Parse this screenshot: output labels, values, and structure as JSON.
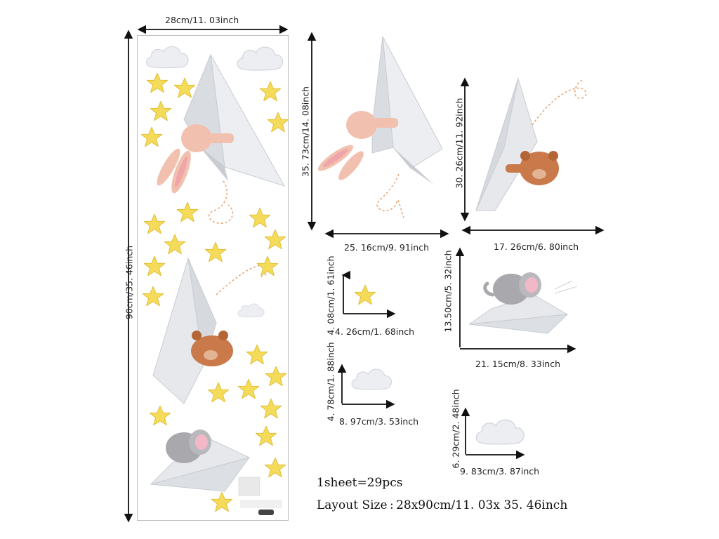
{
  "dimensions": {
    "sheet_width": "28cm/11. 03inch",
    "sheet_height": "90cm/35. 46inch",
    "bunny_height": "35. 73cm/14. 08inch",
    "bunny_width": "25. 16cm/9. 91inch",
    "bear_height": "30. 26cm/11. 92inch",
    "bear_width": "17. 26cm/6. 80inch",
    "star_height": "4. 08cm/1. 61inch",
    "star_width": "4. 26cm/1. 68inch",
    "elephant_height": "13.50cm/5. 32inch",
    "elephant_width": "21. 15cm/8. 33inch",
    "small_cloud_height": "4. 78cm/1. 88inch",
    "small_cloud_width": "8. 97cm/3. 53inch",
    "gray_cloud_height": "6. 29cm/2. 48inch",
    "gray_cloud_width": "9. 83cm/3. 87inch"
  },
  "summary": {
    "sheet_count": "1sheet=29pcs",
    "layout_size": "Layout Size : 28x90cm/11. 03x  35. 46inch"
  },
  "colors": {
    "star": "#f4dc5a",
    "bunny": "#f2c0ae",
    "bear": "#c9794a",
    "elephant": "#a9a9ad",
    "plane": "#e4e6ea",
    "cloud": "#eceef2",
    "arrow": "#111111",
    "trail": "#e8a77a"
  },
  "icons": [
    "star-icon",
    "cloud-icon",
    "paper-plane-icon",
    "bunny-icon",
    "bear-icon",
    "elephant-icon"
  ]
}
